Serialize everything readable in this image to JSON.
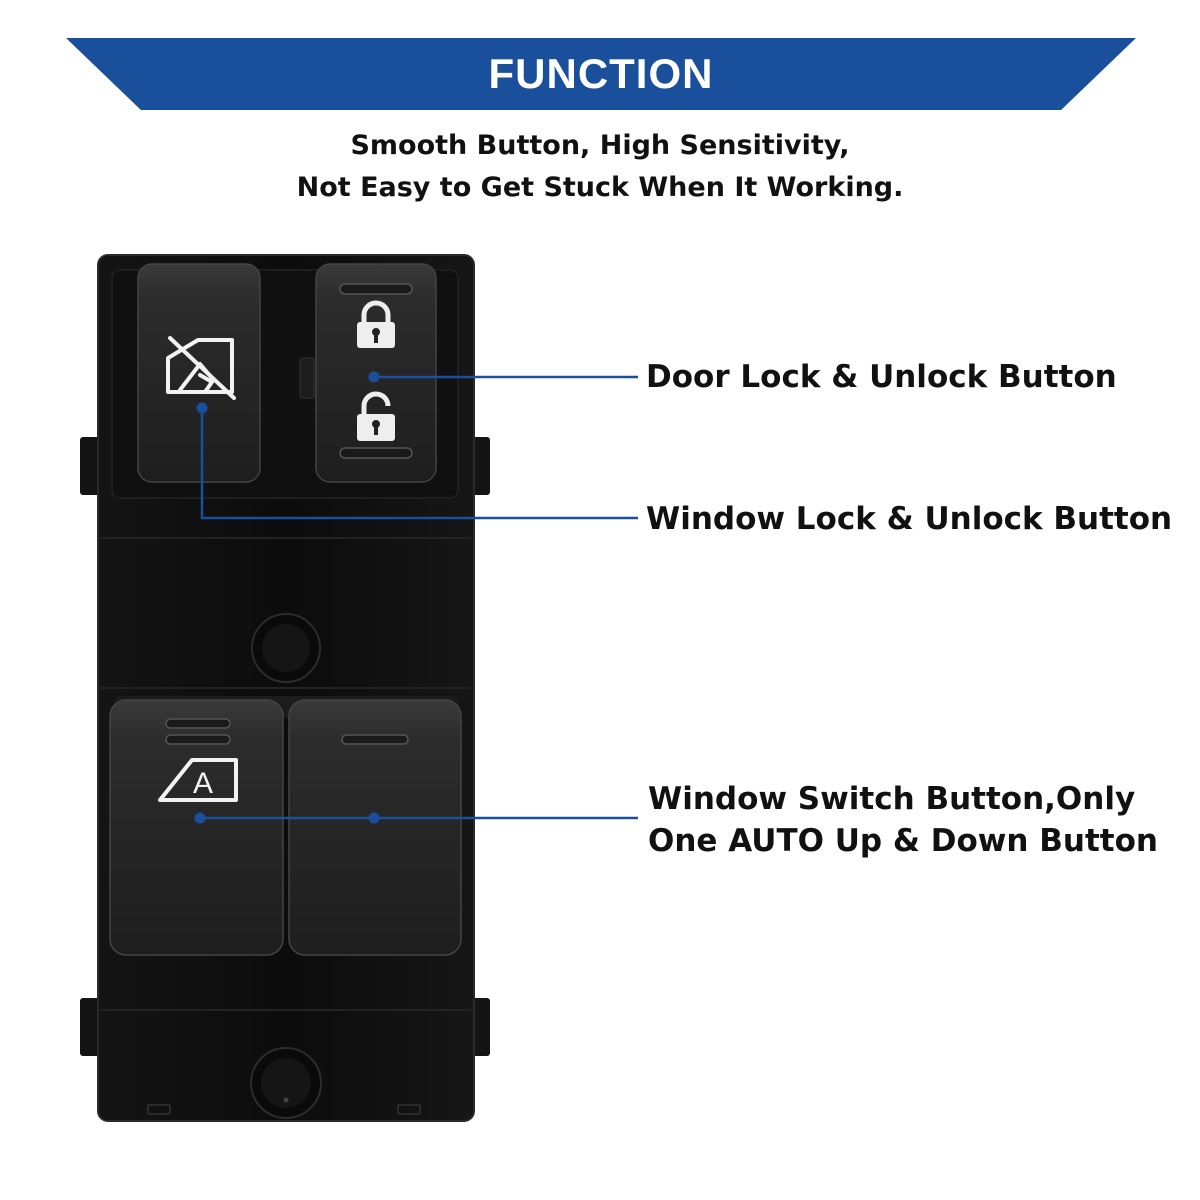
{
  "banner": {
    "title": "FUNCTION",
    "color": "#1a4f9c"
  },
  "subtitle": {
    "line1": "Smooth Button, High Sensitivity,",
    "line2": "Not Easy to Get Stuck When It Working."
  },
  "callouts": {
    "door_lock": "Door Lock & Unlock Button",
    "window_lock": "Window Lock & Unlock Button",
    "window_switch_line1": "Window Switch Button,Only",
    "window_switch_line2": "One AUTO Up & Down Button"
  },
  "switch_labels": {
    "auto_letter": "A"
  },
  "icons": {
    "window_lock": "window-lock-icon",
    "door_locked": "padlock-locked-icon",
    "door_unlocked": "padlock-unlocked-icon",
    "auto_window": "auto-window-icon"
  },
  "colors": {
    "accent_line": "#1a4f9c",
    "body": "#0e0e0e",
    "button": "#2a2a2a"
  }
}
